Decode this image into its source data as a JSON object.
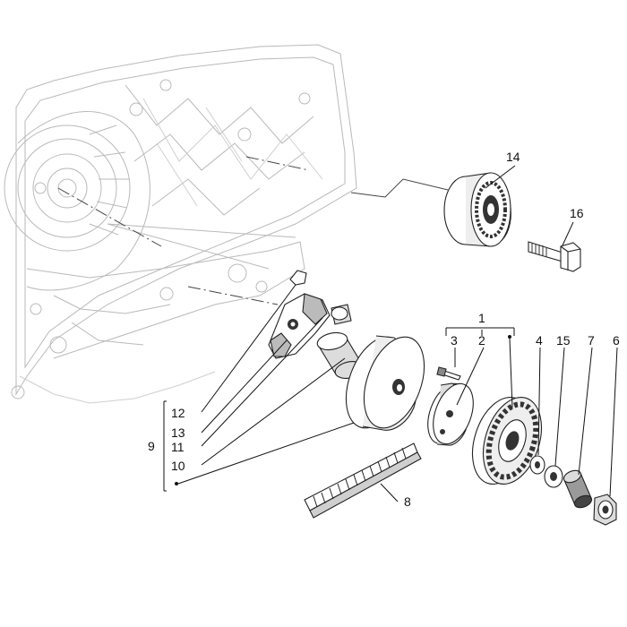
{
  "callouts": {
    "c1": "1",
    "c2": "2",
    "c3": "3",
    "c4": "4",
    "c6": "6",
    "c7": "7",
    "c8": "8",
    "c9": "9",
    "c10": "10",
    "c11": "11",
    "c12": "12",
    "c13": "13",
    "c14": "14",
    "c15": "15",
    "c16": "16"
  },
  "colors": {
    "line": "#222222",
    "ghost": "#b9b9b9",
    "fill_dark": "#333333",
    "fill_mid": "#9a9a9a",
    "fill_light": "#dcdcdc"
  }
}
